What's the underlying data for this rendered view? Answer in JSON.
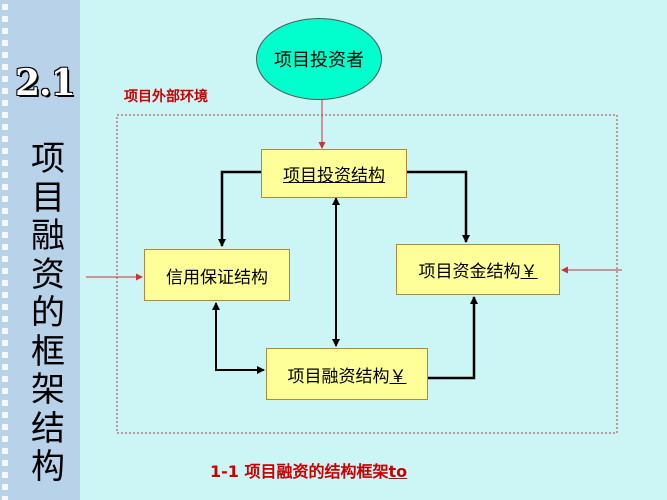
{
  "sidebar": {
    "section_number": "2.1",
    "vertical_title": "项目融资的框架结构"
  },
  "diagram": {
    "investor": "项目投资者",
    "environment_label": "项目外部环境",
    "boxes": {
      "investment_structure": "项目投资结构",
      "credit_guarantee_structure": "信用保证结构",
      "capital_structure": "项目资金结构",
      "financing_structure": "项目融资结构"
    },
    "yen_marker": "￥"
  },
  "caption": {
    "prefix": "1-1   项目融资的结构框架",
    "link_text": "to"
  }
}
